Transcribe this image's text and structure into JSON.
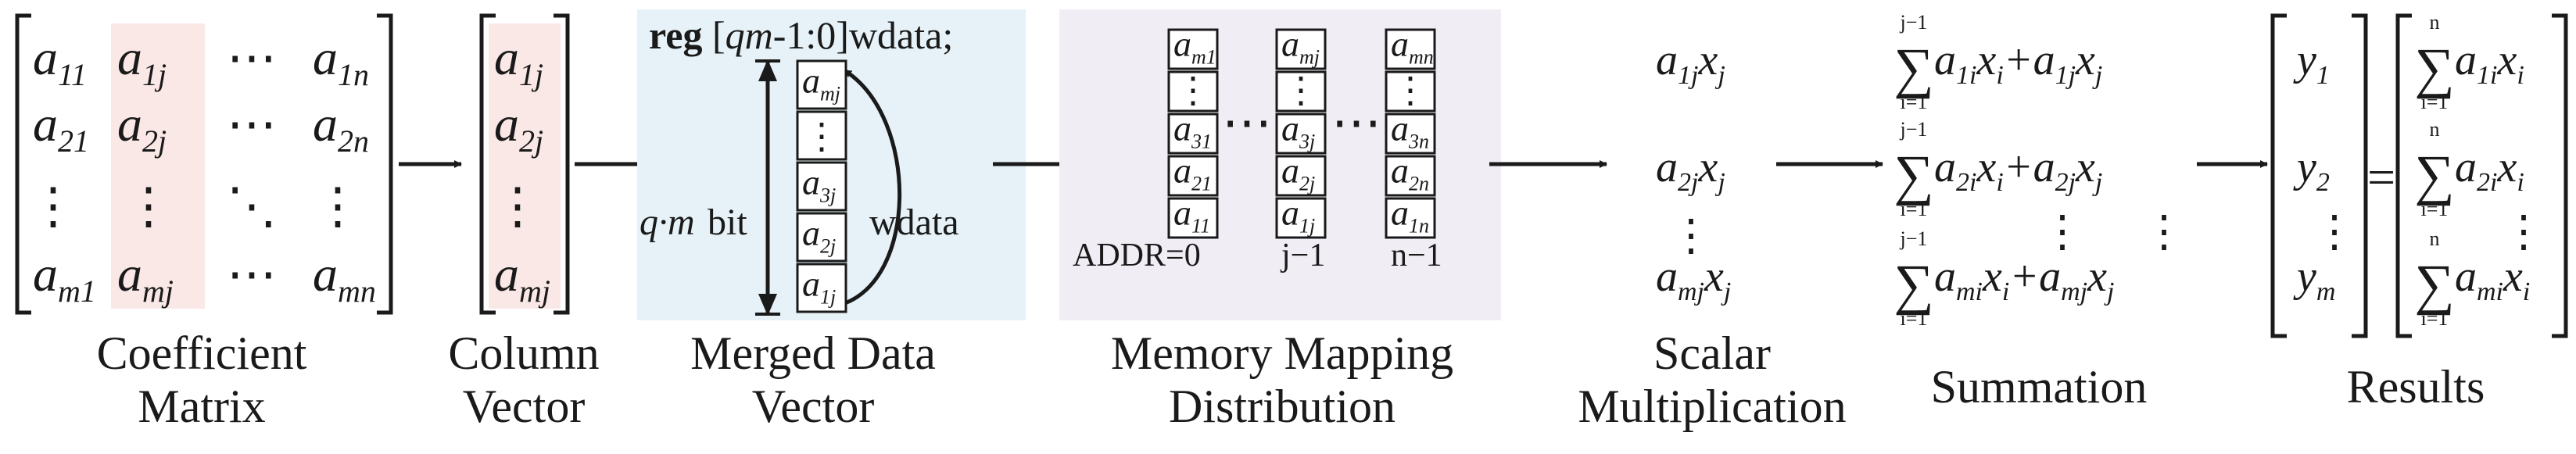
{
  "captions": {
    "coefficient": [
      "Coefficient",
      "Matrix"
    ],
    "column": [
      "Column",
      "Vector"
    ],
    "merged": [
      "Merged Data",
      "Vector"
    ],
    "memory": [
      "Memory Mapping",
      "Distribution"
    ],
    "scalar": [
      "Scalar",
      "Multiplication"
    ],
    "summation": [
      "Summation"
    ],
    "results": [
      "Results"
    ]
  },
  "matrix": {
    "base": "a",
    "rows": [
      [
        "11",
        "1j",
        "⋯",
        "1n"
      ],
      [
        "21",
        "2j",
        "⋯",
        "2n"
      ],
      [
        "⋮",
        "⋮",
        "⋱",
        "⋮"
      ],
      [
        "m1",
        "mj",
        "⋯",
        "mn"
      ]
    ]
  },
  "column_vector": {
    "base": "a",
    "subs": [
      "1j",
      "2j",
      "⋮",
      "mj"
    ]
  },
  "merged": {
    "reg_keyword": "reg",
    "reg_range_var": "qm",
    "reg_range_rest": "-1:0]wdata;",
    "width_var": "q·m",
    "width_unit": "bit",
    "wdata_label": "wdata",
    "cells": [
      "mj",
      "⋮",
      "3j",
      "2j",
      "1j"
    ],
    "colors": {
      "background": "#e6f2f7"
    }
  },
  "memory": {
    "columns": [
      {
        "cells": [
          "m1",
          "⋮",
          "31",
          "21",
          "11"
        ],
        "label": "ADDR=0"
      },
      {
        "cells": [
          "mj",
          "⋮",
          "3j",
          "2j",
          "1j"
        ],
        "label": "j−1"
      },
      {
        "cells": [
          "mn",
          "⋮",
          "3n",
          "2n",
          "1n"
        ],
        "label": "n−1"
      }
    ],
    "dots": "⋯",
    "colors": {
      "background": "#f1edf5"
    }
  },
  "scalar": {
    "terms": [
      "1j",
      "2j",
      "mj"
    ],
    "dots": "⋮"
  },
  "summation": {
    "upper": "j−1",
    "lower": "i=1",
    "rows": [
      {
        "a": "1i",
        "b": "1j"
      },
      {
        "a": "2i",
        "b": "2j"
      },
      {
        "a": "mi",
        "b": "mj"
      }
    ],
    "dots": "⋮"
  },
  "results": {
    "y_subs": [
      "1",
      "2",
      "m"
    ],
    "upper": "n",
    "lower": "i=1",
    "a_subs": [
      "1i",
      "2i",
      "mi"
    ],
    "equals": "=",
    "dots": "⋮"
  },
  "colors": {
    "highlight": "#fae8e6",
    "ink": "#1a1a1a"
  }
}
